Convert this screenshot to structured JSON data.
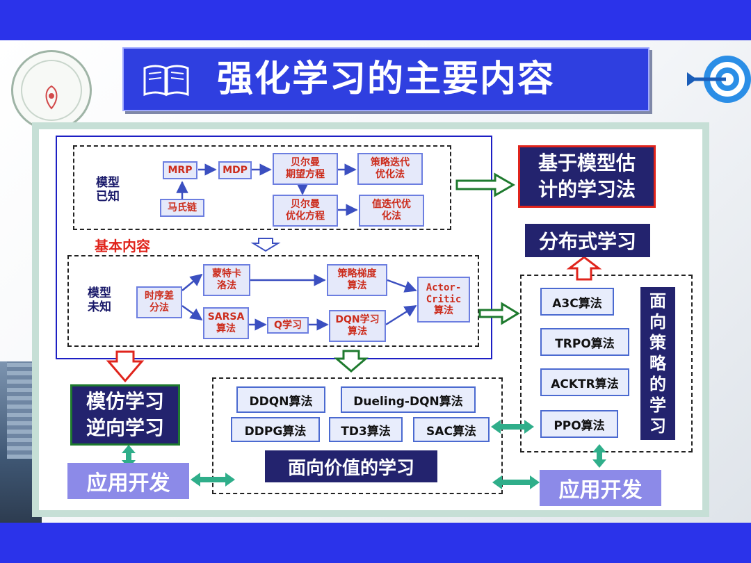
{
  "header": {
    "title": "强化学习的主要内容",
    "book_icon": "book-icon",
    "target_icon": "target-arrow-icon",
    "logo": "university-seal-logo"
  },
  "known": {
    "label": "模型\n已知",
    "mrp": "MRP",
    "mdp": "MDP",
    "markov": "马氏链",
    "bellman_expect": "贝尔曼\n期望方程",
    "bellman_opt": "贝尔曼\n优化方程",
    "policy_iter": "策略迭代\n优化法",
    "value_iter": "值迭代优\n化法"
  },
  "basic_label": "基本内容",
  "unknown": {
    "label": "模型\n未知",
    "td": "时序差\n分法",
    "mc": "蒙特卡\n洛法",
    "sarsa": "SARSA\n算法",
    "q": "Q学习",
    "pg": "策略梯度\n算法",
    "dqn": "DQN学习\n算法",
    "ac": "Actor-\nCritic\n算法"
  },
  "model_based": "基于模型估\n计的学习法",
  "distributed": "分布式学习",
  "imitation": "模仿学习\n逆向学习",
  "app_left": "应用开发",
  "app_right": "应用开发",
  "value_based": {
    "title": "面向价值的学习",
    "algorithms": [
      "DDQN算法",
      "Dueling-DQN算法",
      "DDPG算法",
      "TD3算法",
      "SAC算法"
    ]
  },
  "policy_based": {
    "title": "面\n向\n策\n略\n的\n学\n习",
    "algorithms": [
      "A3C算法",
      "TRPO算法",
      "ACKTR算法",
      "PPO算法"
    ]
  },
  "colors": {
    "band_blue": "#2b33ea",
    "title_blue": "#2f3fe0",
    "navy": "#23236e",
    "node_text_red": "#cc2c1c",
    "arrow_green": "#1e7a2e",
    "arrow_teal": "#2fae8a",
    "arrow_red": "#e0241c",
    "app_lavender": "#8c8ae8"
  }
}
